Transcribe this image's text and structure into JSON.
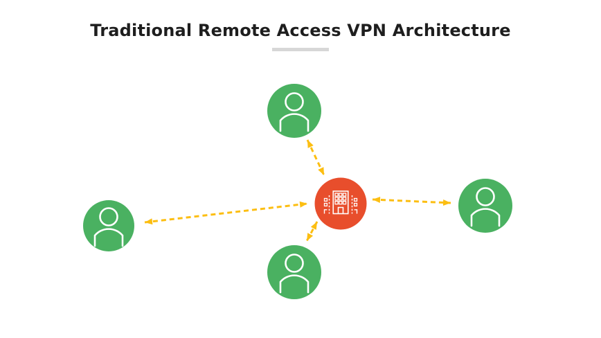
{
  "title": "Traditional Remote Access VPN Architecture",
  "colors": {
    "title_text": "#1e1e1e",
    "title_underline": "#d7d7d7",
    "user_node": "#4ab161",
    "hub_node": "#e84e2c",
    "connection": "#fcbe12",
    "icon_stroke": "#ffffff",
    "background": "#ffffff"
  },
  "diagram": {
    "hub": {
      "icon": "office-building-icon",
      "position": "center"
    },
    "users": [
      {
        "icon": "person-icon",
        "position": "top"
      },
      {
        "icon": "person-icon",
        "position": "left"
      },
      {
        "icon": "person-icon",
        "position": "right"
      },
      {
        "icon": "person-icon",
        "position": "bottom"
      }
    ],
    "connections": [
      {
        "from": "user-top",
        "to": "hub",
        "style": "dashed",
        "arrows": "both"
      },
      {
        "from": "user-left",
        "to": "hub",
        "style": "dashed",
        "arrows": "both"
      },
      {
        "from": "hub",
        "to": "user-right",
        "style": "dashed",
        "arrows": "both"
      },
      {
        "from": "hub",
        "to": "user-bottom",
        "style": "dashed",
        "arrows": "both"
      }
    ]
  }
}
